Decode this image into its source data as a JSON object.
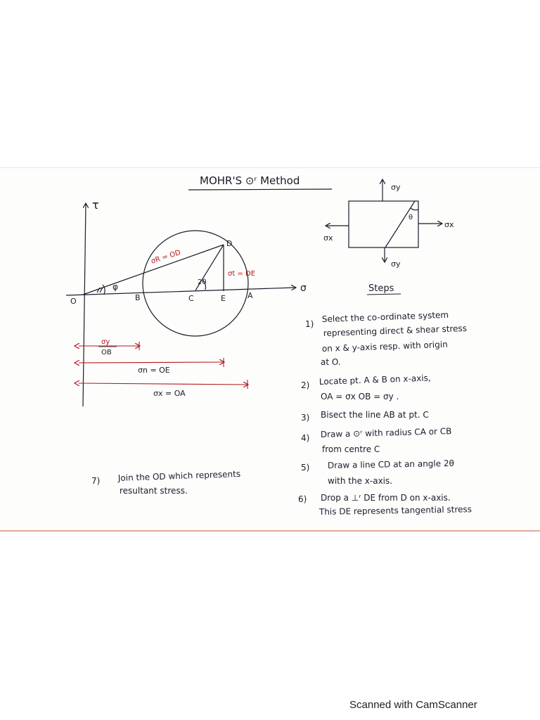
{
  "title": "MOHR'S ⊙ʳ Method",
  "axes": {
    "tau": "τ",
    "sigma": "σ"
  },
  "points": {
    "O": "O",
    "B": "B",
    "C": "C",
    "E": "E",
    "A": "A",
    "D": "D"
  },
  "labels": {
    "resultant": "σR = OD",
    "tangential": "σt = DE",
    "phi": "φ",
    "two_theta": "2θ"
  },
  "dimensions": {
    "sy": "σy",
    "ob": "OB",
    "sn": "σn = OE",
    "sx": "σx = OA"
  },
  "element": {
    "sy_top": "σy",
    "sy_bottom": "σy",
    "sx_left": "σx",
    "sx_right": "σx",
    "theta": "θ"
  },
  "steps_heading": "Steps",
  "steps": [
    {
      "num": "1)",
      "lines": [
        "Select the co-ordinate system",
        "representing direct & shear stress",
        "on x & y-axis resp. with origin",
        "at O."
      ]
    },
    {
      "num": "2)",
      "lines": [
        "Locate pt. A & B on x-axis,",
        "OA = σx   OB = σy ."
      ]
    },
    {
      "num": "3)",
      "lines": [
        "Bisect the line AB at pt. C"
      ]
    },
    {
      "num": "4)",
      "lines": [
        "Draw a ⊙ʳ with radius CA or CB",
        "from centre C"
      ]
    },
    {
      "num": "5)",
      "lines": [
        "Draw a line CD at an angle 2θ",
        "with the x-axis."
      ]
    },
    {
      "num": "6)",
      "lines": [
        "Drop a ⊥ʳ DE from D on x-axis.",
        "This DE represents tangential stress"
      ]
    },
    {
      "num": "7)",
      "lines": [
        "Join the OD which represents",
        "resultant stress."
      ]
    }
  ],
  "footer": "Scanned with CamScanner"
}
